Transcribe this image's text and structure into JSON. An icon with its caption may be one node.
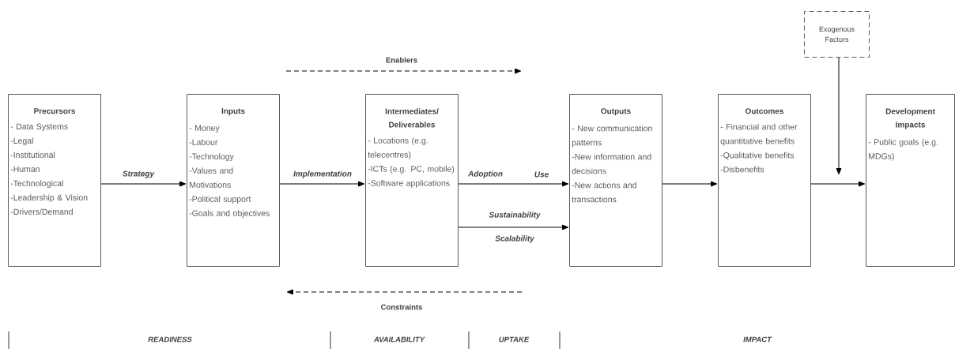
{
  "diagram": {
    "nodes": [
      {
        "text": [
          "Precursors",
          "- Data Systems",
          "-Legal",
          "-Institutional",
          "-Human",
          "-Technological",
          "-Leadership & Vision",
          "-Drivers/Demand"
        ]
      },
      {
        "text": [
          "Inputs",
          "- Money",
          "-Labour",
          "-Technology",
          "-Values and Motivations",
          "-Political support",
          "-Goals and objectives"
        ]
      },
      {
        "text": [
          "Intermediates/ Deliverables",
          "- Locations (e.g. telecentres)",
          "-ICTs (e.g. PC, mobile)",
          "-Software applications"
        ]
      },
      {
        "text": [
          "Outputs",
          "- New communication patterns",
          "-New information and decisions",
          "-New actions and transactions"
        ]
      },
      {
        "text": [
          "Outcomes",
          "- Financial and other quantitative benefits",
          "-Qualitative benefits",
          "-Disbenefits"
        ]
      },
      {
        "text": [
          "Development Impacts",
          "- Public goals (e.g. MDGs)"
        ]
      },
      {
        "text": [
          "Exogenous Factors"
        ]
      }
    ],
    "edges": [
      {
        "from": 0,
        "to": 1,
        "arrow": "to",
        "label": "Strategy"
      },
      {
        "from": 1,
        "to": 2,
        "arrow": "to",
        "label": "Implementation"
      },
      {
        "from": 2,
        "to": 3,
        "arrow": "to",
        "label": "Adoption"
      },
      {
        "from": 2,
        "to": 3,
        "arrow": "to",
        "label": "Sustainability"
      },
      {
        "from": 3,
        "to": 4,
        "arrow": "to"
      },
      {
        "from": 4,
        "to": 5,
        "arrow": "to"
      },
      {
        "from": 6,
        "to": null,
        "arrow": "to"
      }
    ],
    "labels": [
      "Enablers",
      "Use",
      "Scalability",
      "Constraints",
      "READINESS",
      "AVAILABILITY",
      "UPTAKE",
      "IMPACT"
    ]
  }
}
